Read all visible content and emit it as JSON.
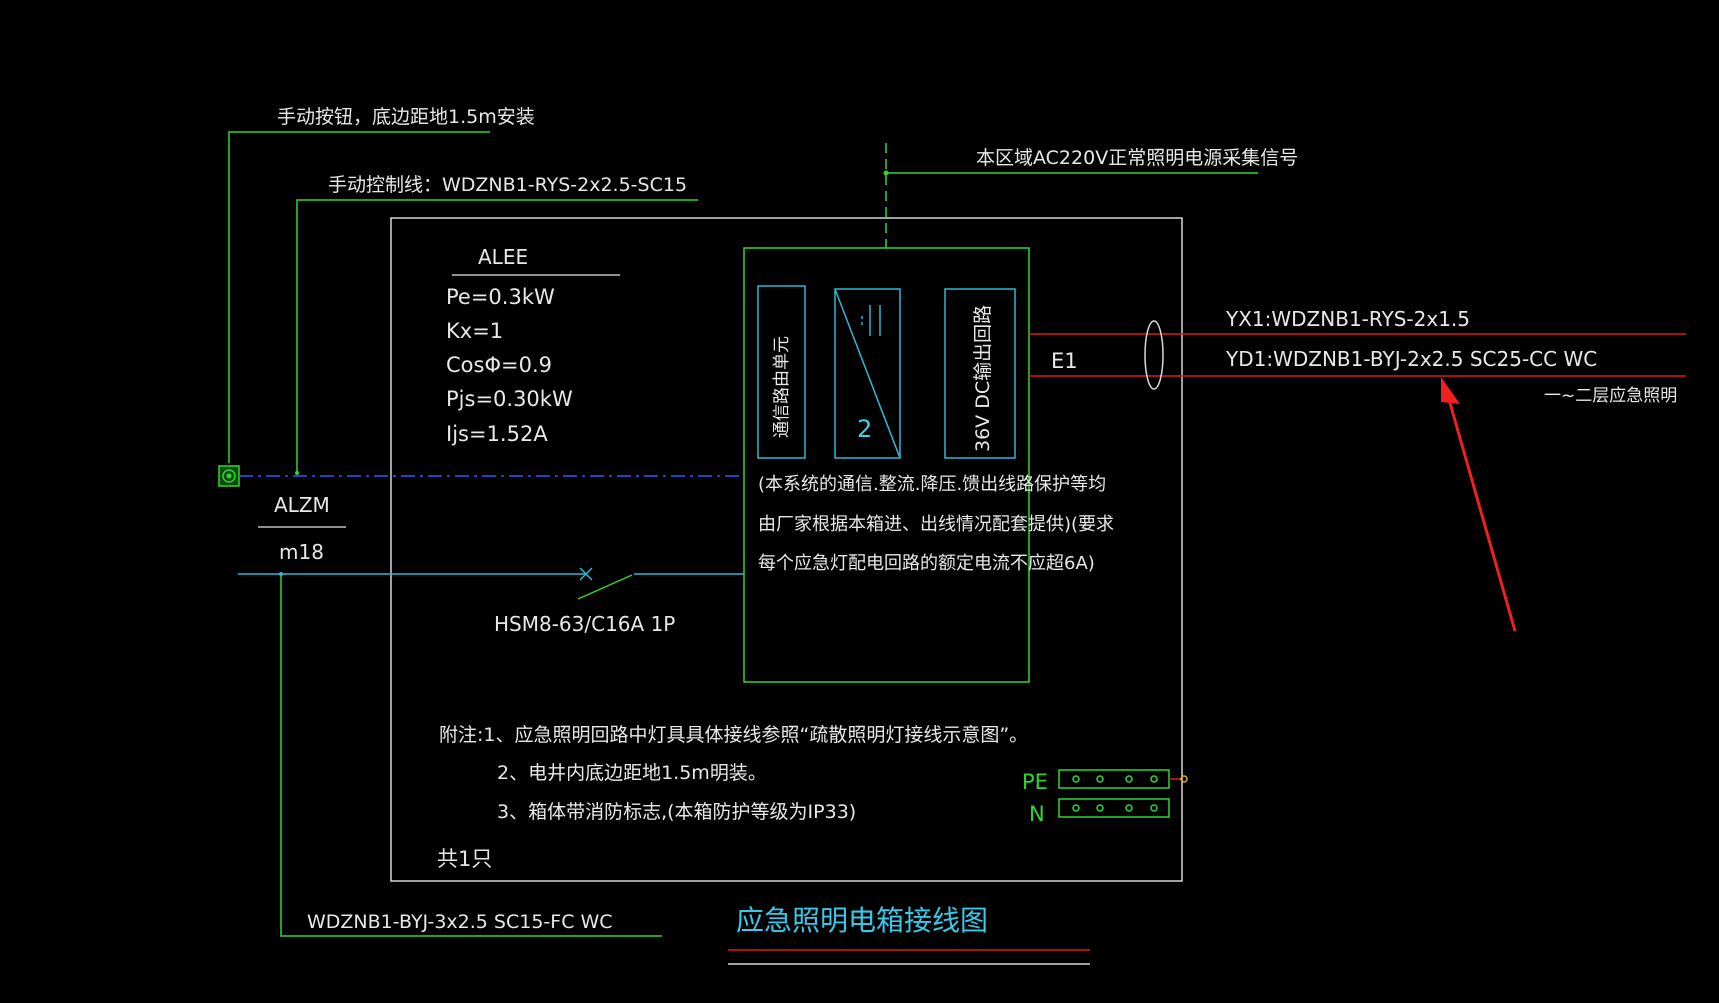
{
  "colors": {
    "background": "#000000",
    "text": "#e8e8e8",
    "green": "#2fd72f",
    "cyan": "#2fb8d8",
    "red": "#e01a1a",
    "blue_dash": "#2a5cff",
    "white": "#d8d8d8",
    "title": "#39c8e8",
    "arrow": "#ee2020"
  },
  "callouts": {
    "manual_button": "手动按钮，底边距地1.5m安装",
    "manual_control_line": "手动控制线：WDZNB1-RYS-2x2.5-SC15",
    "signal_source": "本区域AC220V正常照明电源采集信号"
  },
  "panel": {
    "name": "ALEE",
    "params": [
      "Pe=0.3kW",
      "Kx=1",
      "CosΦ=0.9",
      "Pjs=0.30kW",
      "Ijs=1.52A"
    ]
  },
  "module": {
    "unit1": "通信路由单元",
    "unit3": "36V DC输出回路",
    "unit2_symbol": "2",
    "note": [
      "(本系统的通信.整流.降压.馈出线路保护等均",
      "由厂家根据本箱进、出线情况配套提供)(要求",
      "每个应急灯配电回路的额定电流不应超6A)"
    ]
  },
  "outgoing": {
    "circuit": "E1",
    "line1": "YX1:WDZNB1-RYS-2x1.5",
    "line2": "YD1:WDZNB1-BYJ-2x2.5  SC25-CC  WC",
    "destination": "一~二层应急照明"
  },
  "incoming": {
    "source_name": "ALZM",
    "source_circuit": "m18",
    "breaker": "HSM8-63/C16A 1P",
    "cable": "WDZNB1-BYJ-3x2.5  SC15-FC  WC"
  },
  "notes": [
    "附注:1、应急照明回路中灯具具体接线参照“疏散照明灯接线示意图”。",
    "2、电井内底边距地1.5m明装。",
    "3、箱体带消防标志,(本箱防护等级为IP33)"
  ],
  "quantity": "共1只",
  "terminals": {
    "pe": "PE",
    "n": "N"
  },
  "title": "应急照明电箱接线图"
}
